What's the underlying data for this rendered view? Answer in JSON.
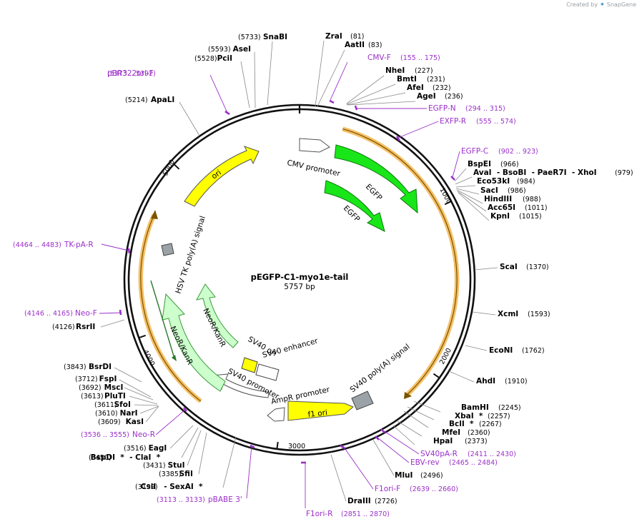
{
  "credit": {
    "prefix": "Created by",
    "brand": "SnapGene"
  },
  "plasmid": {
    "name": "pEGFP-C1-myo1e-tail",
    "size_label": "5757 bp",
    "length": 5757
  },
  "ticks": [
    {
      "bp": 1000,
      "label": "1000"
    },
    {
      "bp": 2000,
      "label": "2000"
    },
    {
      "bp": 3000,
      "label": "3000"
    },
    {
      "bp": 4000,
      "label": "4000"
    },
    {
      "bp": 5000,
      "label": "5000"
    }
  ],
  "enzyme_labels": [
    {
      "name": "SnaBI",
      "pos": "(5733)"
    },
    {
      "name": "AseI",
      "pos": "(5593)"
    },
    {
      "name": "PciI",
      "pos": "(5528)"
    },
    {
      "name": "ApaLI",
      "pos": "(5214)"
    },
    {
      "name": "ZraI",
      "pos": "(81)"
    },
    {
      "name": "AatII",
      "pos": "(83)"
    },
    {
      "name": "NheI",
      "pos": "(227)"
    },
    {
      "name": "BmtI",
      "pos": "(231)"
    },
    {
      "name": "AfeI",
      "pos": "(232)"
    },
    {
      "name": "AgeI",
      "pos": "(236)"
    },
    {
      "name": "BspEI",
      "pos": "(966)"
    },
    {
      "name": "AvaI  - BsoBI  - PaeR7I  - XhoI",
      "pos": "(979)"
    },
    {
      "name": "Eco53kI",
      "pos": "(984)"
    },
    {
      "name": "SacI",
      "pos": "(986)"
    },
    {
      "name": "HindIII",
      "pos": "(988)"
    },
    {
      "name": "Acc65I",
      "pos": "(1011)"
    },
    {
      "name": "KpnI",
      "pos": "(1015)"
    },
    {
      "name": "ScaI",
      "pos": "(1370)"
    },
    {
      "name": "XcmI",
      "pos": "(1593)"
    },
    {
      "name": "EcoNI",
      "pos": "(1762)"
    },
    {
      "name": "AhdI",
      "pos": "(1910)"
    },
    {
      "name": "BamHI",
      "pos": "(2245)"
    },
    {
      "name": "XbaI  *",
      "pos": "(2257)"
    },
    {
      "name": "BclI  *",
      "pos": "(2267)"
    },
    {
      "name": "MfeI",
      "pos": "(2360)"
    },
    {
      "name": "HpaI",
      "pos": "(2373)"
    },
    {
      "name": "MluI",
      "pos": "(2496)"
    },
    {
      "name": "DraIII",
      "pos": "(2726)"
    },
    {
      "name": "RsrII",
      "pos": "(4126)"
    },
    {
      "name": "BsrDI",
      "pos": "(3843)"
    },
    {
      "name": "FspI",
      "pos": "(3712)"
    },
    {
      "name": "MscI",
      "pos": "(3692)"
    },
    {
      "name": "PluTI",
      "pos": "(3613)"
    },
    {
      "name": "SfoI",
      "pos": "(3611)"
    },
    {
      "name": "NarI",
      "pos": "(3610)"
    },
    {
      "name": "KasI",
      "pos": "(3609)"
    },
    {
      "name": "EagI",
      "pos": "(3516)"
    },
    {
      "name": "BspDI  *  - ClaI  *",
      "pos": "(3450)"
    },
    {
      "name": "StuI",
      "pos": "(3431)"
    },
    {
      "name": "SfiI",
      "pos": "(3385)"
    },
    {
      "name": "CsiI   - SexAI  *",
      "pos": "(3199)"
    }
  ],
  "primer_labels": [
    {
      "name": "CMV-F",
      "range": "(155 .. 175)"
    },
    {
      "name": "pBR322ori-F",
      "range": "(5373 .. 5392)"
    },
    {
      "name": "EGFP-N",
      "range": "(294 .. 315)"
    },
    {
      "name": "EXFP-R",
      "range": "(555 .. 574)"
    },
    {
      "name": "EGFP-C",
      "range": "(902 .. 923)"
    },
    {
      "name": "TK-pA-R",
      "range": "(4464 .. 4483)"
    },
    {
      "name": "Neo-F",
      "range": "(4146 .. 4165)"
    },
    {
      "name": "Neo-R",
      "range": "(3536 .. 3555)"
    },
    {
      "name": "SV40pA-R",
      "range": "(2411 .. 2430)"
    },
    {
      "name": "EBV-rev",
      "range": "(2465 .. 2484)"
    },
    {
      "name": "F1ori-F",
      "range": "(2639 .. 2660)"
    },
    {
      "name": "pBABE 3'",
      "range": "(3113 .. 3133)"
    },
    {
      "name": "F1ori-R",
      "range": "(2851 .. 2870)"
    }
  ],
  "features": [
    {
      "name": "CMV promoter",
      "color": "#ffffff"
    },
    {
      "name": "EGFP",
      "color": "#19e619"
    },
    {
      "name": "EGFP",
      "color": "#19e619"
    },
    {
      "name": "SV40 poly(A) signal",
      "color": "#9ca3a8"
    },
    {
      "name": "f1 ori",
      "color": "#ffff00"
    },
    {
      "name": "AmpR promoter",
      "color": "#ffffff"
    },
    {
      "name": "SV40 promoter",
      "color": "#ffffff"
    },
    {
      "name": "SV40 ori",
      "color": "#ffff00"
    },
    {
      "name": "SV40 enhancer",
      "color": "#ffffff"
    },
    {
      "name": "NeoR/KanR",
      "color": "#ccffcc"
    },
    {
      "name": "NeoR/KanR",
      "color": "#ccffcc"
    },
    {
      "name": "HSV TK poly(A) signal",
      "color": "#9ca3a8"
    },
    {
      "name": "ori",
      "color": "#ffff00"
    }
  ],
  "colors": {
    "primer": "#9b2fc9",
    "orf_band": "#f5c066",
    "orf_line": "#7a5200",
    "backbone": "#111111"
  }
}
